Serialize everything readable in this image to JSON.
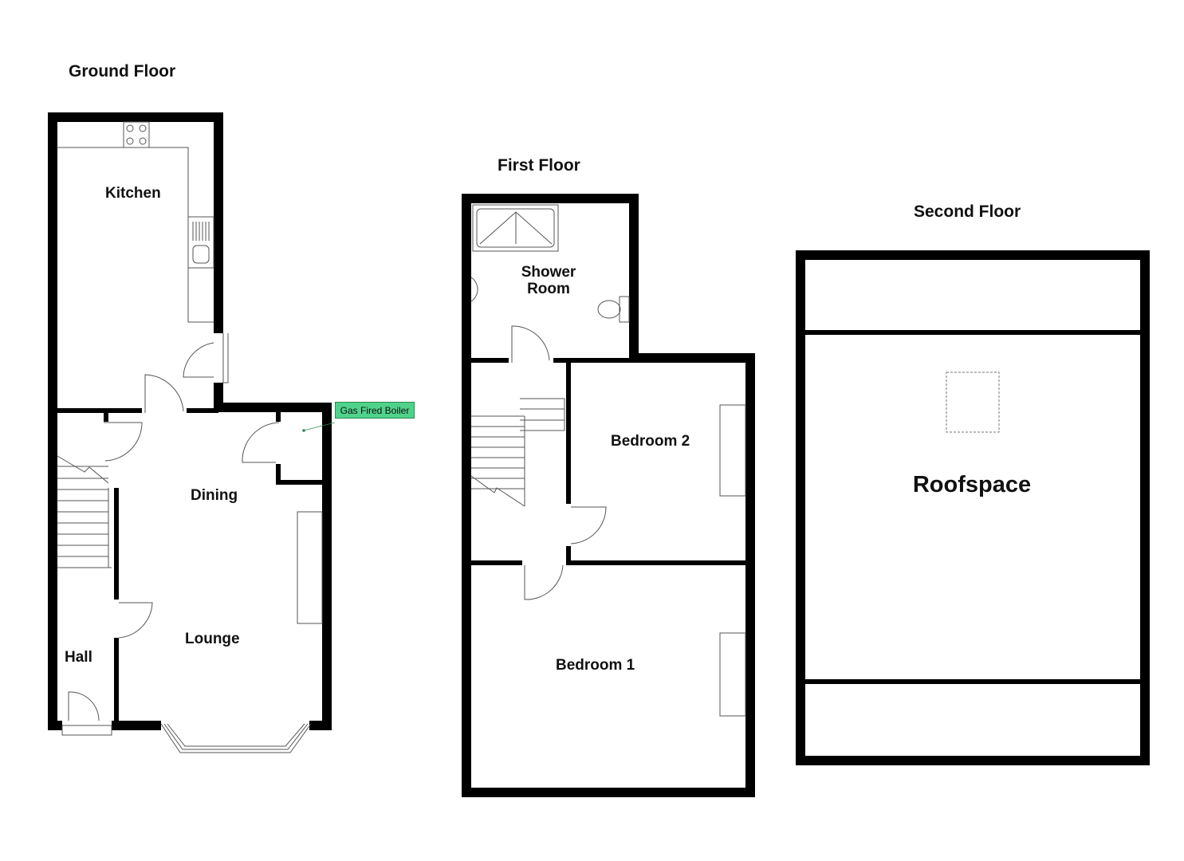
{
  "floors": {
    "ground": {
      "title": "Ground Floor",
      "rooms": {
        "kitchen": "Kitchen",
        "dining": "Dining",
        "lounge": "Lounge",
        "hall": "Hall"
      },
      "annotation": "Gas Fired Boiler"
    },
    "first": {
      "title": "First Floor",
      "rooms": {
        "shower_line1": "Shower",
        "shower_line2": "Room",
        "bedroom2": "Bedroom 2",
        "bedroom1": "Bedroom 1"
      }
    },
    "second": {
      "title": "Second Floor",
      "rooms": {
        "roofspace": "Roofspace"
      }
    }
  },
  "colors": {
    "wall": "#000000",
    "annotation": "#4fd38a"
  }
}
